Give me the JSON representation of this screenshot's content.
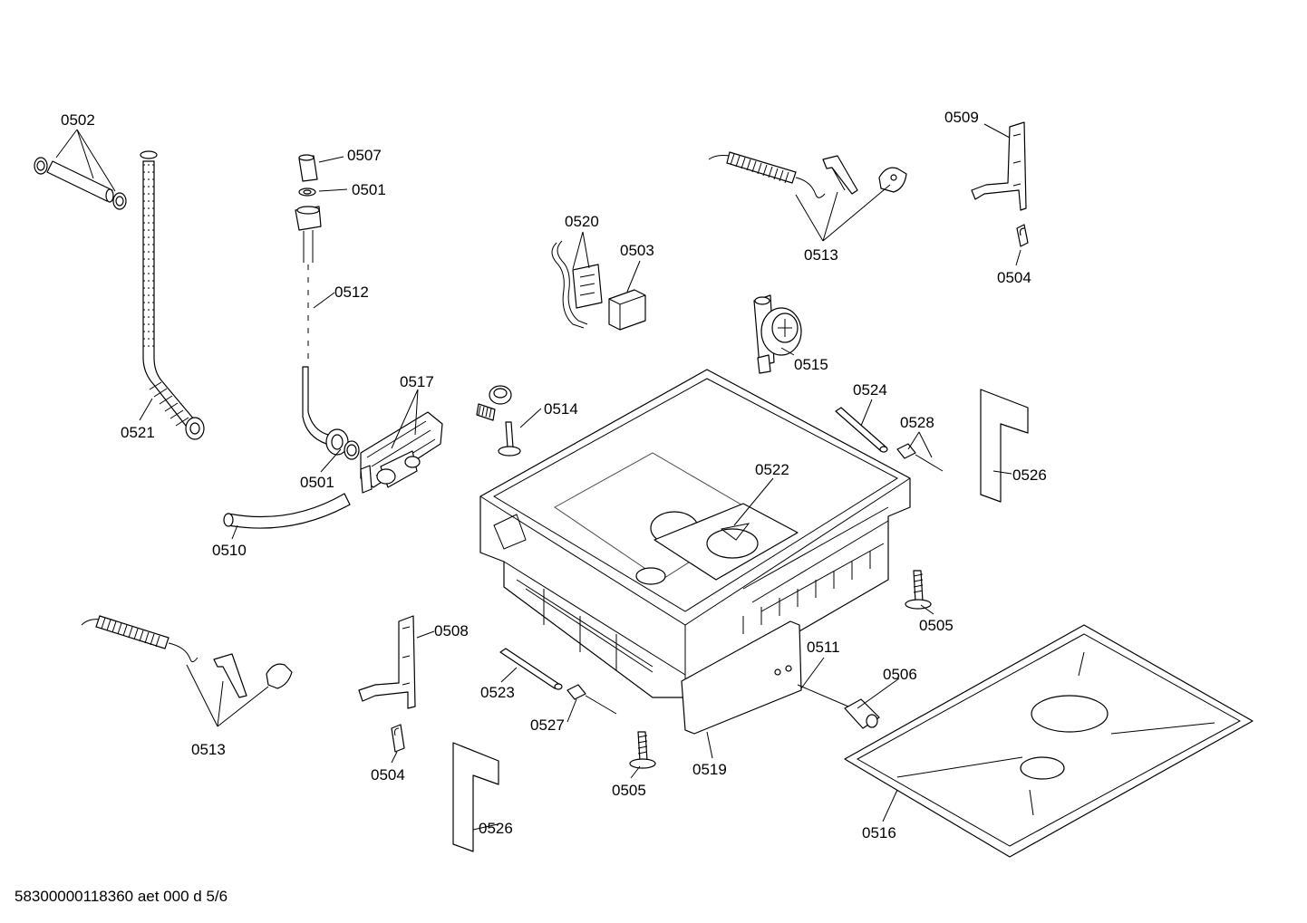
{
  "footer_code": "58300000118360 aet 000 d 5/6",
  "labels": {
    "l0502": "0502",
    "l0507": "0507",
    "l0501a": "0501",
    "l0512": "0512",
    "l0520": "0520",
    "l0503": "0503",
    "l0513a": "0513",
    "l0509": "0509",
    "l0504a": "0504",
    "l0515": "0515",
    "l0521": "0521",
    "l0517": "0517",
    "l0514": "0514",
    "l0524": "0524",
    "l0528": "0528",
    "l0526a": "0526",
    "l0501b": "0501",
    "l0522": "0522",
    "l0510": "0510",
    "l0505a": "0505",
    "l0508": "0508",
    "l0511": "0511",
    "l0506": "0506",
    "l0513b": "0513",
    "l0523": "0523",
    "l0527": "0527",
    "l0504b": "0504",
    "l0505b": "0505",
    "l0519": "0519",
    "l0526b": "0526",
    "l0516": "0516"
  }
}
